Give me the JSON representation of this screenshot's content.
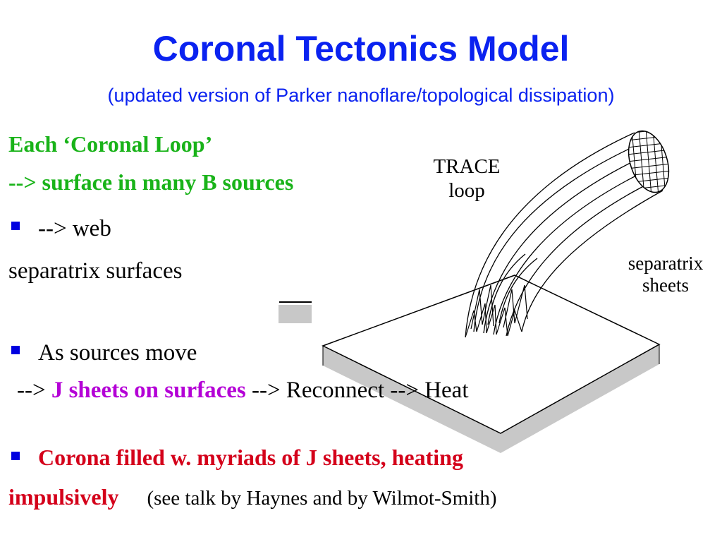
{
  "slide": {
    "title": "Coronal Tectonics Model",
    "subtitle": "(updated version of Parker nanoflare/topological dissipation)",
    "line1": "Each ‘Coronal Loop’",
    "line2": "--> surface in many B sources",
    "bullet1_a": "--> web",
    "bullet1_b": "separatrix surfaces",
    "bullet2_a": "As sources move",
    "bullet2_b_prefix": "-->",
    "bullet2_b_highlight": "J sheets on surfaces",
    "bullet2_b_suffix": "--> Reconnect --> Heat",
    "bullet3_a": "Corona filled w. myriads of J sheets, heating",
    "bullet3_b": "impulsively",
    "bullet3_note": "(see talk by Haynes and by Wilmot-Smith)"
  },
  "diagram": {
    "label_trace_1": "TRACE",
    "label_trace_2": "loop",
    "label_sep_1": "separatrix",
    "label_sep_2": "sheets"
  },
  "colors": {
    "title": "#0a22f0",
    "green": "#19b319",
    "magenta": "#b400d6",
    "red": "#d4001a",
    "bullet": "#0000e0",
    "plate_shadow": "#c8c8c8"
  }
}
